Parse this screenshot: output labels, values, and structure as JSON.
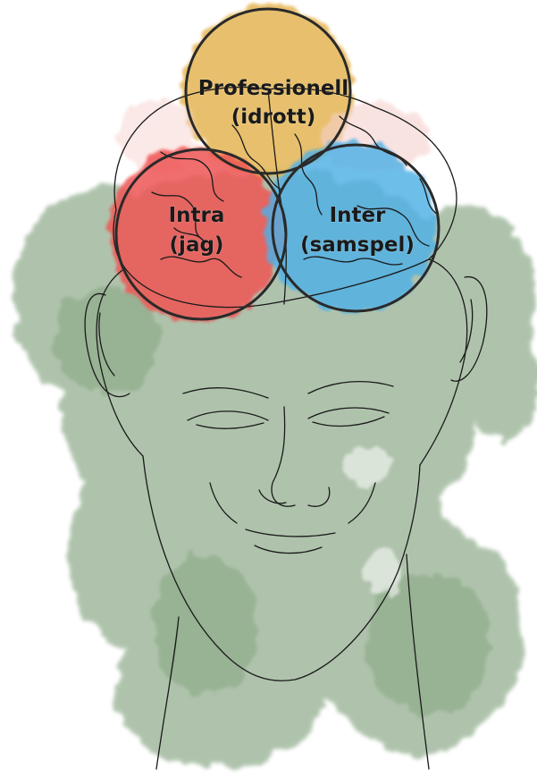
{
  "diagram": {
    "circles": [
      {
        "id": "professional",
        "line1": "Professionell",
        "line2": "(idrott)",
        "color": "#e3b14a"
      },
      {
        "id": "intra",
        "line1": "Intra",
        "line2": "(jag)",
        "color": "#ef5555"
      },
      {
        "id": "inter",
        "line1": "Inter",
        "line2": "(samspel)",
        "color": "#4fb0e6"
      }
    ],
    "wash_color": "#7fa07a",
    "line_color": "#1a1a1a"
  }
}
